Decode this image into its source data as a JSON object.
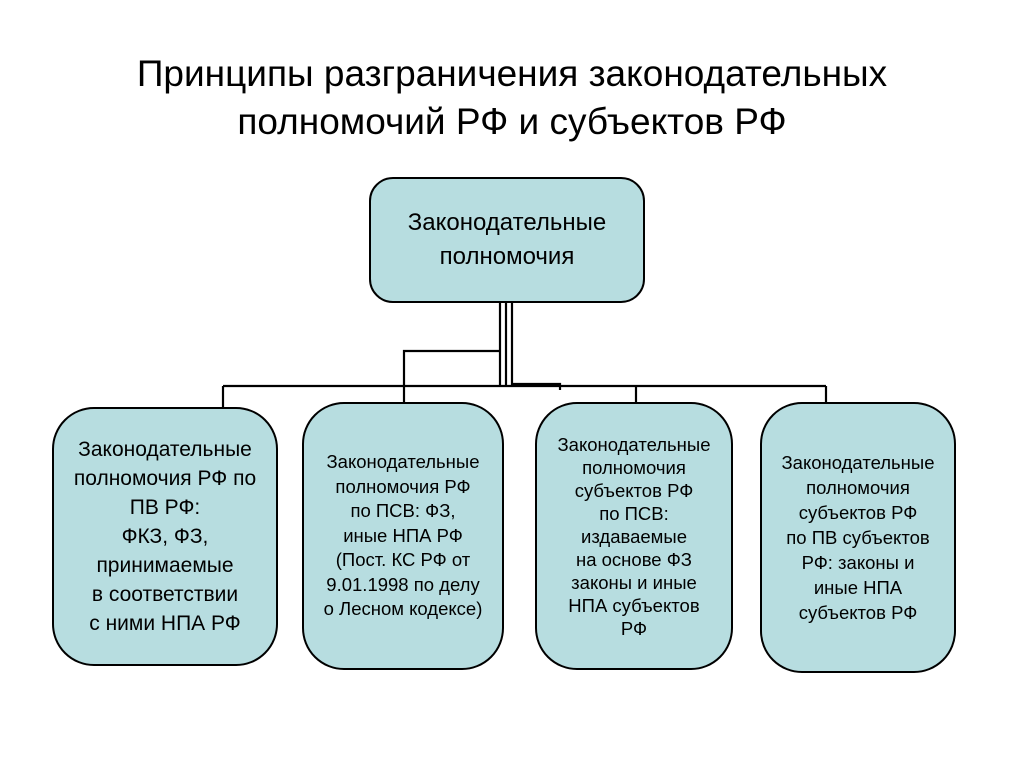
{
  "title": {
    "line1": "Принципы разграничения законодательных",
    "line2": "полномочий РФ и субъектов РФ"
  },
  "root": {
    "lines": [
      "Законодательные",
      "полномочия"
    ]
  },
  "children": [
    {
      "lines": [
        "Законодательные",
        "полномочия РФ по",
        "ПВ РФ:",
        "ФКЗ, ФЗ,",
        "принимаемые",
        "в соответствии",
        "с ними НПА РФ"
      ]
    },
    {
      "lines": [
        "Законодательные",
        "полномочия РФ",
        "по ПСВ: ФЗ,",
        "иные НПА РФ",
        "(Пост. КС РФ от",
        "9.01.1998 по делу",
        "о Лесном кодексе)"
      ]
    },
    {
      "lines": [
        "Законодательные",
        "полномочия",
        "субъектов РФ",
        "по ПСВ:",
        "издаваемые",
        "на основе ФЗ",
        "законы и иные",
        "НПА субъектов",
        "РФ"
      ]
    },
    {
      "lines": [
        "Законодательные",
        "полномочия",
        "субъектов РФ",
        "по ПВ субъектов",
        "РФ: законы и",
        "иные НПА",
        "субъектов РФ"
      ]
    }
  ]
}
